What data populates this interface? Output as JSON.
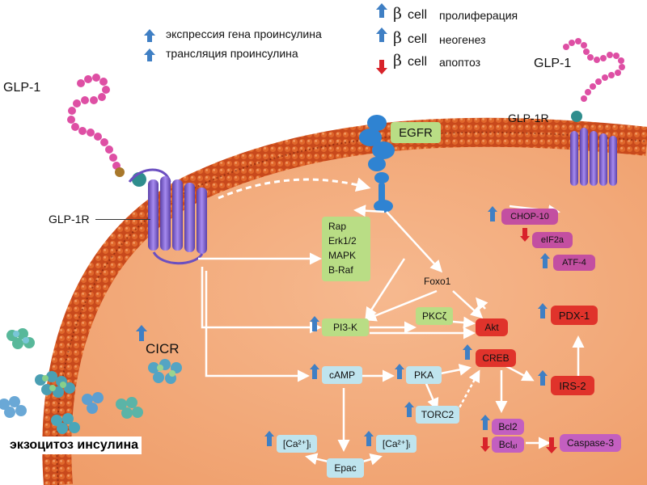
{
  "legend": {
    "line1": "экспрессия гена проинсулина",
    "line2": "трансляция проинсулина",
    "beta_symbol": "β",
    "beta_cell": "cell",
    "beta_items": [
      "пролиферация",
      "неогенез",
      "апоптоз"
    ]
  },
  "labels": {
    "glp1_left": "GLP-1",
    "glp1_right": "GLP-1",
    "glp1r_left": "GLP-1R",
    "glp1r_right": "GLP-1R",
    "egfr": "EGFR",
    "foxo1": "Foxo1",
    "cicr": "CICR",
    "exocytosis": "экзоцитоз инсулина"
  },
  "boxes": {
    "mapk_lines": [
      "Rap",
      "Erk1/2",
      "MAPK",
      "B-Raf"
    ],
    "pi3k": "PI3-K",
    "pkcz": "PKCζ",
    "akt": "Akt",
    "camp": "cAMP",
    "pka": "PKA",
    "creb": "CREB",
    "torc2": "TORC2",
    "ca_left": "[Ca²⁺]ᵢ",
    "ca_right": "[Ca²⁺]ᵢ",
    "epac": "Epac",
    "bcl2": "Bcl2",
    "bclxl": "Bclₓₗ",
    "caspase3": "Caspase-3",
    "irs2": "IRS-2",
    "pdx1": "PDX-1",
    "chop10": "CHOP-10",
    "eif2a": "eIF2a",
    "atf4": "ATF-4"
  },
  "colors": {
    "cytoplasm": "#f3aa7b",
    "membrane": "#c5481f",
    "up_arrow": "#3f7fc4",
    "down_arrow": "#d8232a",
    "receptor": "#8a6fd0",
    "peptide": "#de4fa4"
  }
}
